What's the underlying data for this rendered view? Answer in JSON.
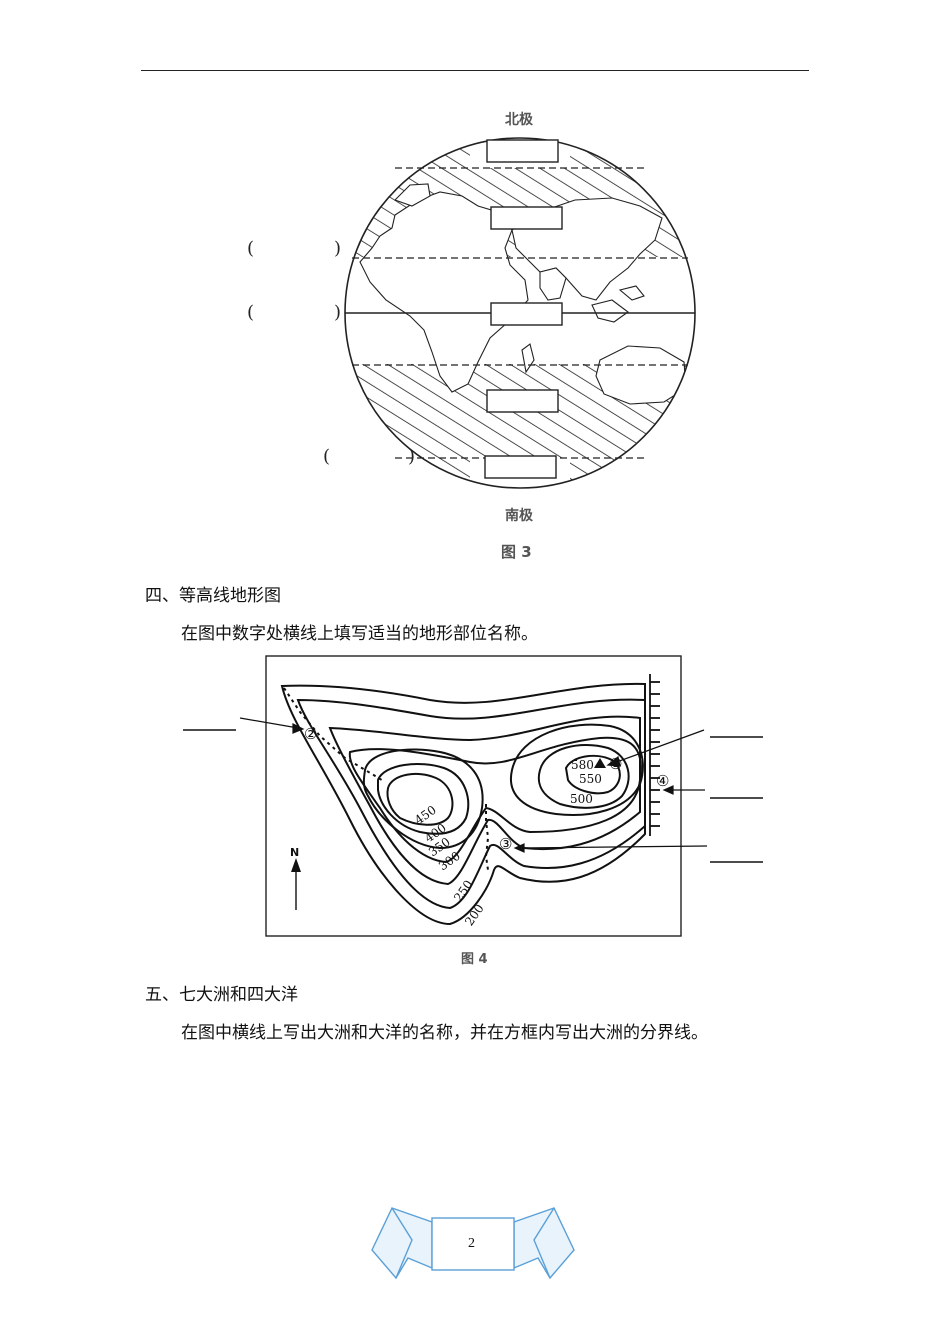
{
  "figure3": {
    "north_label": "北极",
    "south_label": "南极",
    "caption": "图 3",
    "blank_parens": [
      "(",
      ")",
      "(",
      ")",
      "(",
      ")"
    ]
  },
  "section4": {
    "heading": "四、等高线地形图",
    "instruction": "在图中数字处横线上填写适当的地形部位名称。"
  },
  "figure4": {
    "caption": "图 4",
    "north_label": "N",
    "markers": [
      "①",
      "②",
      "③",
      "④"
    ],
    "peak_elevation": "580",
    "contour_labels": [
      "550",
      "500",
      "450",
      "400",
      "350",
      "300",
      "250",
      "200"
    ]
  },
  "section5": {
    "heading": "五、七大洲和四大洋",
    "instruction": "在图中横线上写出大洲和大洋的名称，并在方框内写出大洲的分界线。"
  },
  "footer": {
    "page_number": "2"
  },
  "colors": {
    "ink": "#111111",
    "caption_grey": "#555555",
    "ribbon_blue": "#5aa0d8"
  }
}
